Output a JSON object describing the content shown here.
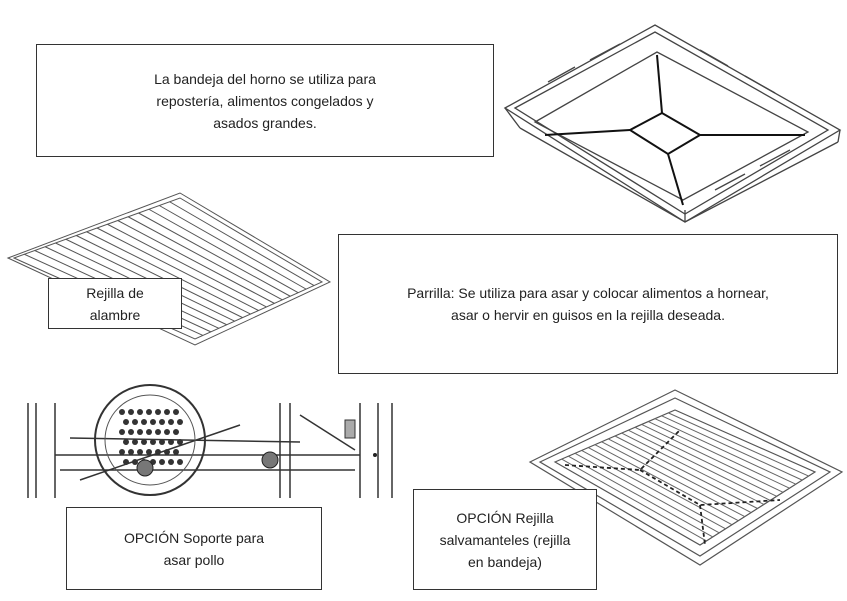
{
  "tray": {
    "caption_lines": [
      "La bandeja del horno se utiliza para",
      "repostería, alimentos congelados y",
      "asados grandes."
    ]
  },
  "wire_rack": {
    "caption_lines": [
      "Rejilla de",
      "alambre"
    ]
  },
  "grill": {
    "caption_lines": [
      "Parrilla: Se utiliza para asar y colocar alimentos a hornear,",
      "asar o hervir en guisos en la rejilla deseada."
    ]
  },
  "chicken_holder": {
    "caption_lines": [
      "OPCIÓN Soporte para",
      "asar pollo"
    ]
  },
  "tray_rack": {
    "caption_lines": [
      "OPCIÓN Rejilla",
      "salvamanteles (rejilla",
      "en bandeja)"
    ]
  }
}
